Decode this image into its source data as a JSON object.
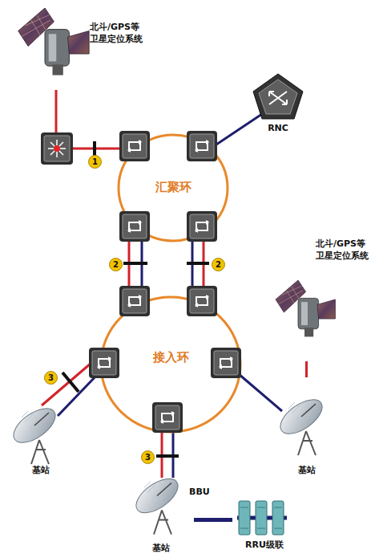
{
  "diagram": {
    "nodes": [
      {
        "text": [
          "北斗/GPS等 卫星定位系统"
        ]
      },
      {
        "text": [
          "RNC"
        ]
      },
      {
        "text": [
          "汇聚环"
        ]
      },
      {
        "text": [
          "北斗/GPS等 卫星定位系统"
        ]
      },
      {
        "text": [
          "接入环"
        ]
      },
      {
        "text": [
          "基站"
        ]
      },
      {
        "text": [
          "基站"
        ]
      },
      {
        "text": [
          "基站"
        ]
      },
      {
        "text": [
          "RRU级联"
        ]
      }
    ],
    "edges": [
      {
        "from": 3,
        "to": 6,
        "arrow": "none"
      },
      {
        "from": 7,
        "to": 8,
        "arrow": "none"
      }
    ],
    "labels": [
      "1",
      "2",
      "2",
      "3",
      "3",
      "BBU"
    ]
  }
}
